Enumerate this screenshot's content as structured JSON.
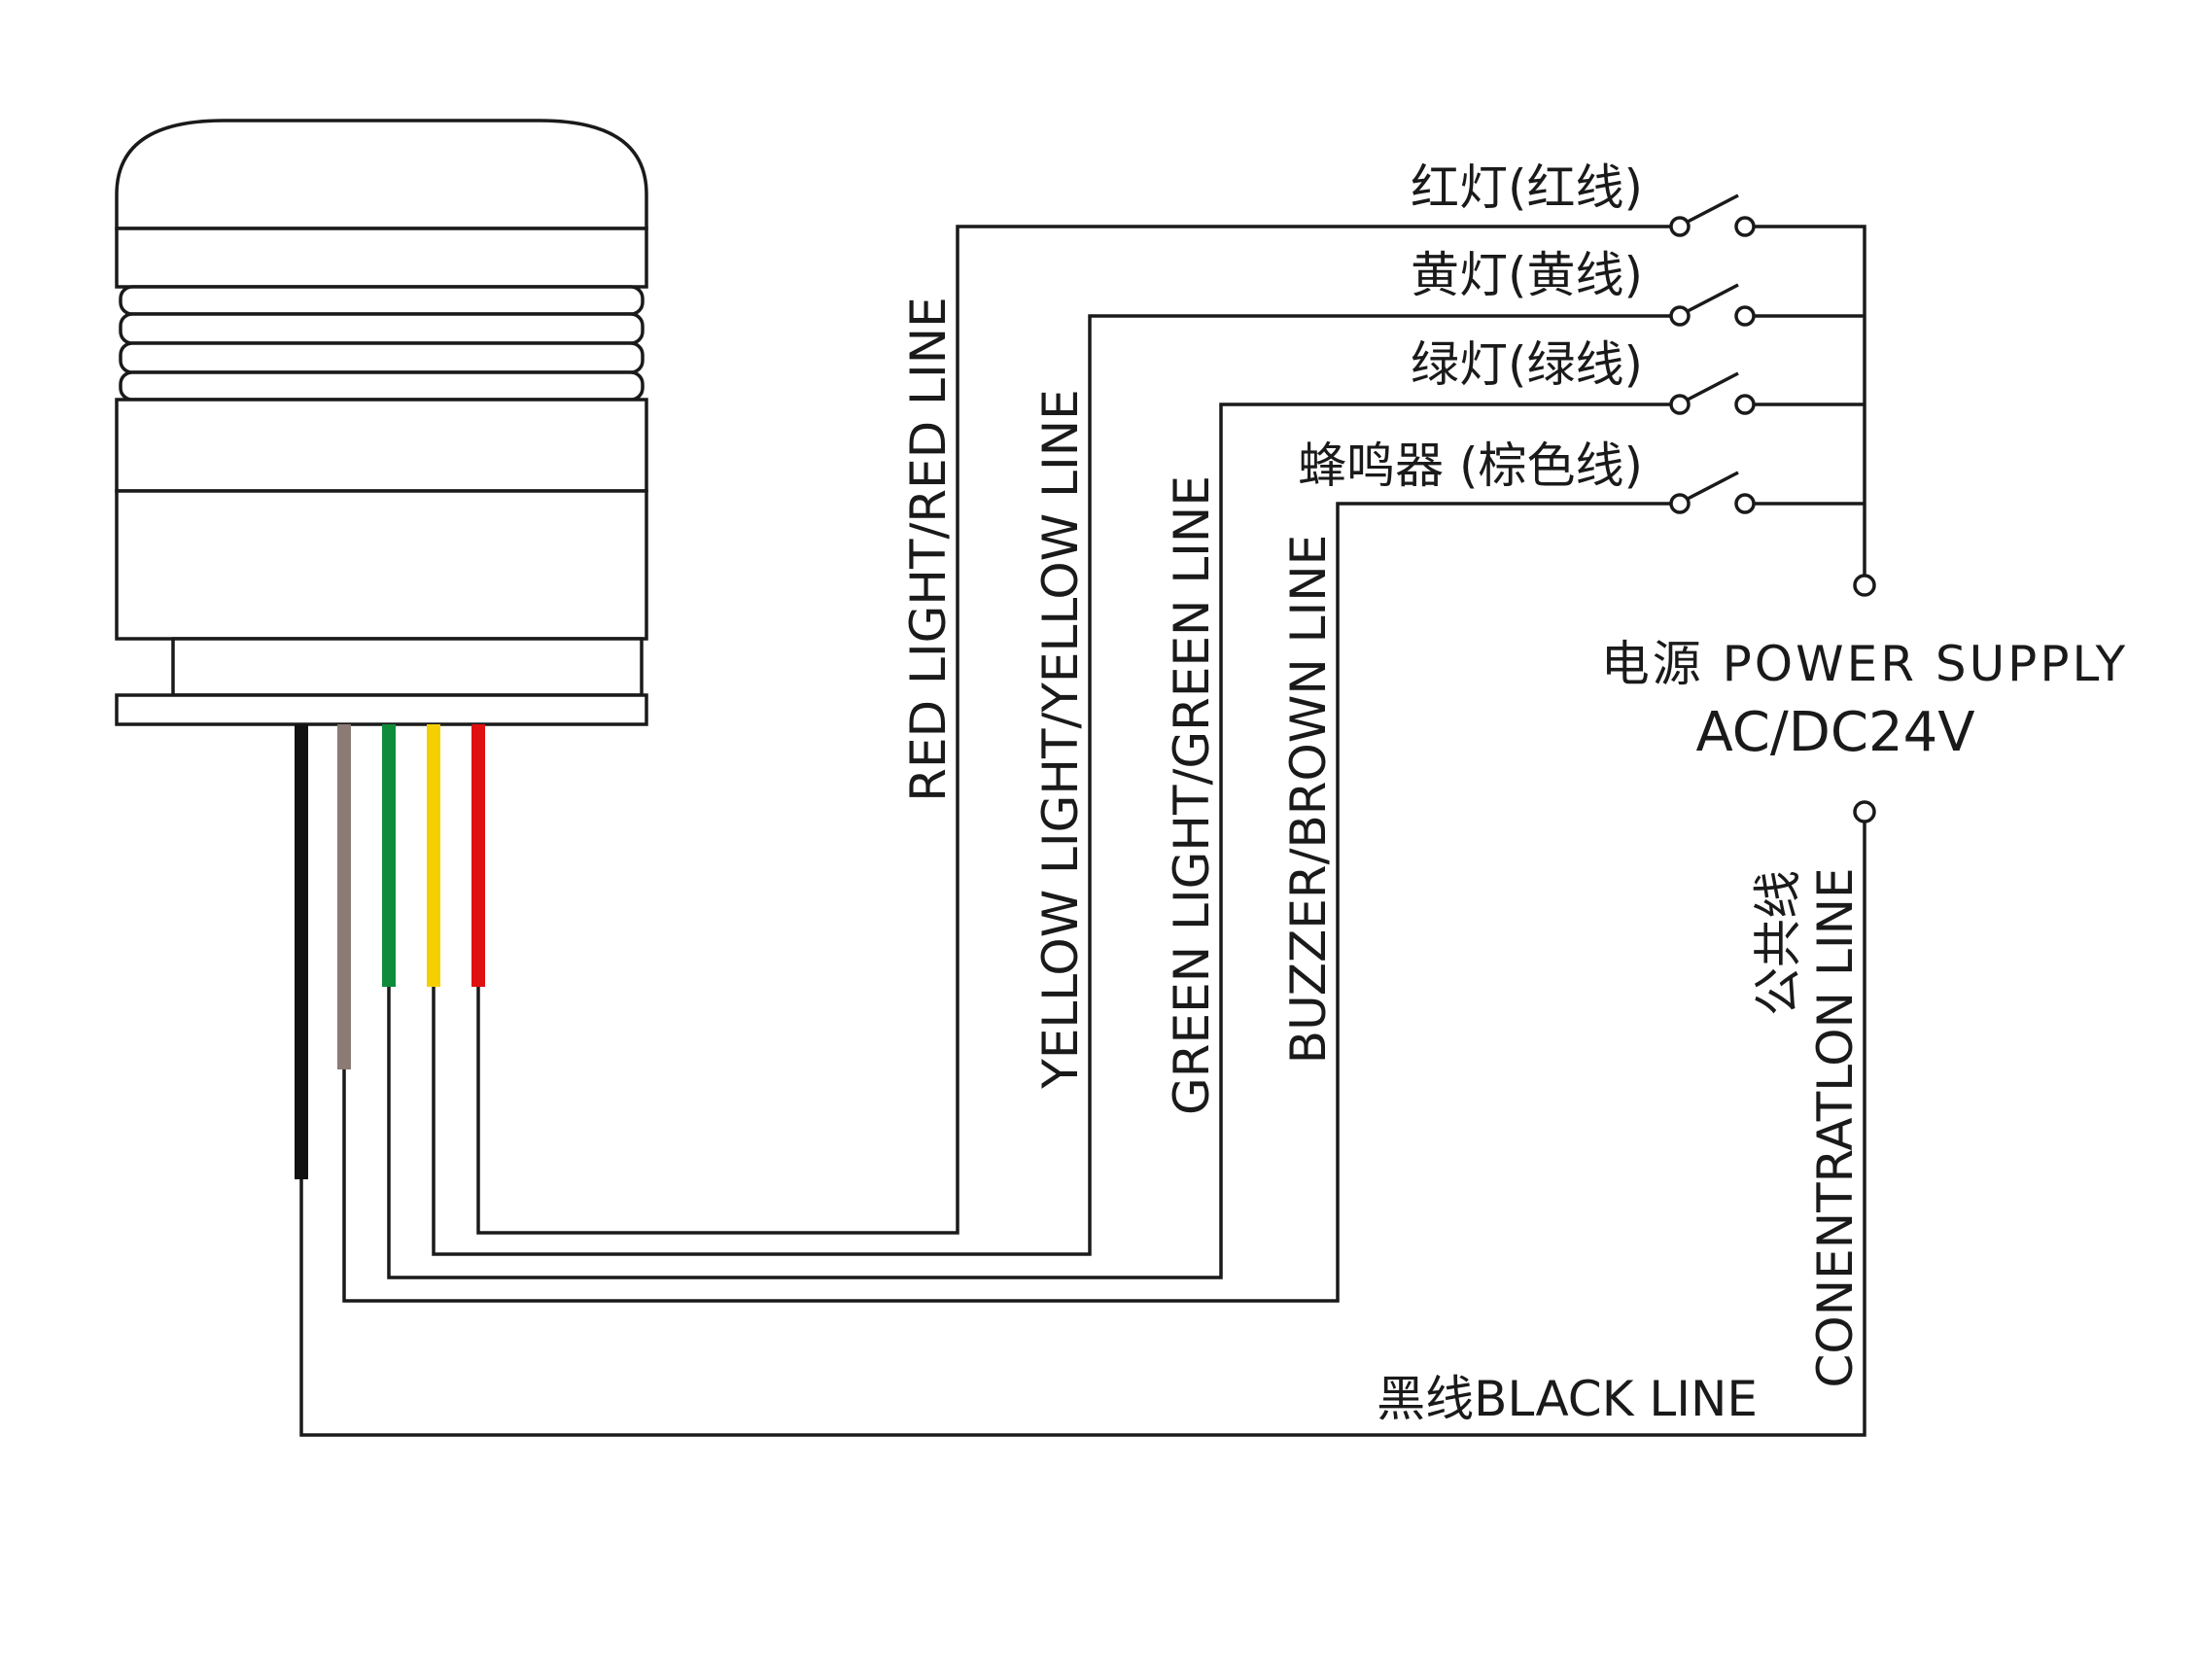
{
  "labels": {
    "sw_red": "红灯(红线)",
    "sw_yellow": "黄灯(黄线)",
    "sw_green": "绿灯(绿线)",
    "sw_buzzer": "蜂鸣器 (棕色线)",
    "red_line": "RED LIGHT/RED LINE",
    "yellow_line": "YELLOW LIGHT/YELLOW LINE",
    "green_line": "GREEN LIGHT/GREEN LINE",
    "brown_line": "BUZZER/BROWN LINE",
    "power_supply": "电源 POWER SUPPLY",
    "voltage": "AC/DC24V",
    "common_cn": "公共线",
    "common_en": "CONENTRATLON LINE",
    "black_line": "黑线BLACK LINE"
  },
  "wire_colors": {
    "black": "#111111",
    "brown": "#8b7b74",
    "green": "#0e8c3a",
    "yellow": "#f5d000",
    "red": "#e01010"
  },
  "icons": {
    "tower_light": "signal-tower-light-icon",
    "switch": "switch-icon",
    "terminal": "terminal-icon"
  }
}
